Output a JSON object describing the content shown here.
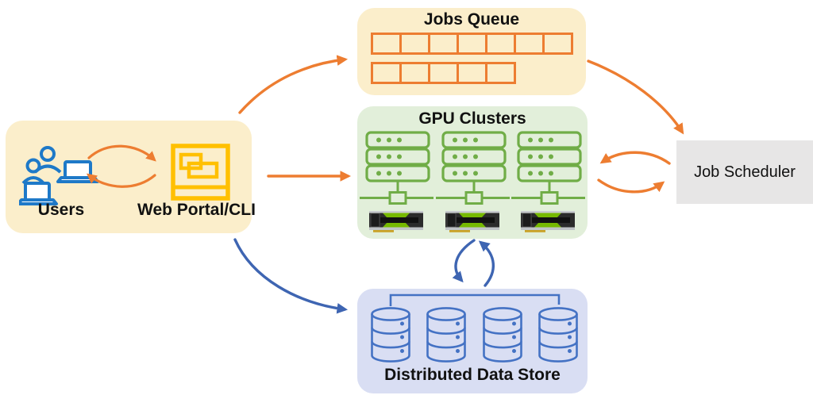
{
  "colors": {
    "panel_cream": "#FBEECB",
    "panel_green": "#E2EFDA",
    "panel_lavender": "#D9DEF3",
    "panel_gray": "#E7E6E6",
    "arrow_orange": "#ED7D31",
    "arrow_blue": "#3E65B2",
    "server_green": "#70AD47",
    "database_blue": "#4472C4",
    "user_icon_blue": "#1E79C8",
    "portal_gold": "#FFC000",
    "gpu_green": "#76B900"
  },
  "users_panel": {
    "users_label": "Users",
    "portal_label": "Web Portal/CLI"
  },
  "jobs_queue": {
    "title": "Jobs Queue",
    "queue_rows": [
      7,
      5
    ]
  },
  "gpu_clusters": {
    "title": "GPU Clusters",
    "cluster_count": 3
  },
  "job_scheduler": {
    "label": "Job Scheduler"
  },
  "data_store": {
    "title": "Distributed Data Store",
    "node_count": 4
  },
  "connections": [
    {
      "from": "web-portal",
      "to": "jobs-queue",
      "color": "orange",
      "style": "curved",
      "direction": "one-way"
    },
    {
      "from": "web-portal",
      "to": "gpu-clusters",
      "color": "orange",
      "style": "straight",
      "direction": "one-way"
    },
    {
      "from": "jobs-queue",
      "to": "job-scheduler",
      "color": "orange",
      "style": "curved",
      "direction": "one-way"
    },
    {
      "from": "job-scheduler",
      "to": "gpu-clusters",
      "color": "orange",
      "style": "curved-pair",
      "direction": "two-way"
    },
    {
      "from": "users",
      "to": "web-portal",
      "color": "orange",
      "style": "curved-pair",
      "direction": "two-way"
    },
    {
      "from": "web-portal",
      "to": "distributed-data-store",
      "color": "blue",
      "style": "curved",
      "direction": "one-way"
    },
    {
      "from": "gpu-clusters",
      "to": "distributed-data-store",
      "color": "blue",
      "style": "curved-pair",
      "direction": "two-way"
    }
  ]
}
